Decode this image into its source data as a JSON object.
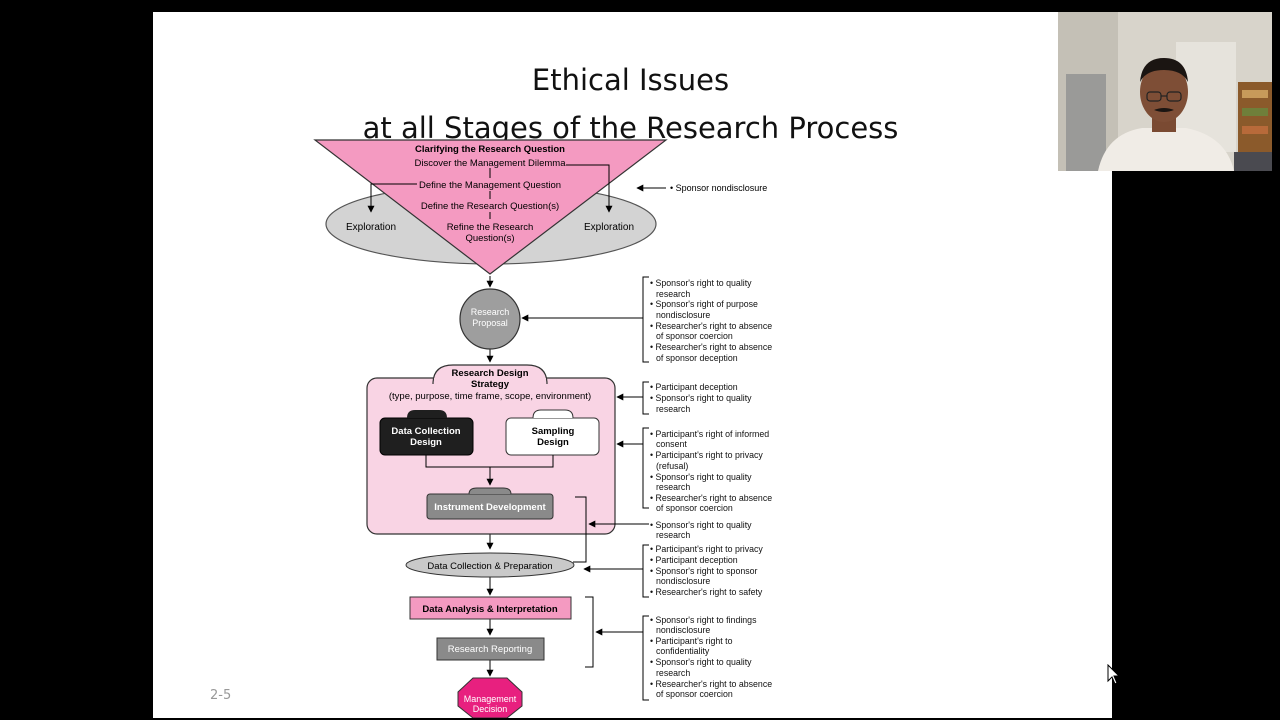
{
  "slide": {
    "title_line1": "Ethical Issues",
    "title_line2": "at all Stages of the Research Process",
    "page_number": "2-5"
  },
  "diagram": {
    "triangle": {
      "header": "Clarifying the Research Question",
      "step1": "Discover the Management Dilemma",
      "step2": "Define the Management Question",
      "step3": "Define the Research Question(s)",
      "step4_line1": "Refine the Research",
      "step4_line2": "Question(s)",
      "exploration_left": "Exploration",
      "exploration_right": "Exploration"
    },
    "proposal_line1": "Research",
    "proposal_line2": "Proposal",
    "strategy_title1": "Research Design",
    "strategy_title2": "Strategy",
    "strategy_sub": "(type, purpose, time frame, scope, environment)",
    "data_collection_design1": "Data Collection",
    "data_collection_design2": "Design",
    "sampling_design1": "Sampling",
    "sampling_design2": "Design",
    "instrument_development": "Instrument Development",
    "data_collection_prep": "Data Collection & Preparation",
    "data_analysis": "Data Analysis & Interpretation",
    "research_reporting": "Research Reporting",
    "management_decision1": "Management",
    "management_decision2": "Decision",
    "issues": {
      "sponsor_nondisclosure": "• Sponsor nondisclosure",
      "g1": [
        "• Sponsor's right to quality",
        "research",
        "• Sponsor's right of purpose",
        "nondisclosure",
        "• Researcher's right to absence",
        "of sponsor coercion",
        "• Researcher's right to absence",
        "of sponsor deception"
      ],
      "g2": [
        "• Participant deception",
        "• Sponsor's right to quality",
        "research"
      ],
      "g3": [
        "• Participant's right of informed",
        "consent",
        "• Participant's right to privacy",
        "(refusal)",
        "• Sponsor's right to quality",
        "research",
        "• Researcher's right to absence",
        "of sponsor coercion"
      ],
      "g4": [
        "• Sponsor's right to quality",
        "research"
      ],
      "g5": [
        "• Participant's right to privacy",
        "• Participant deception",
        "• Sponsor's right to sponsor",
        "nondisclosure",
        "• Researcher's right to safety"
      ],
      "g6": [
        "• Sponsor's right to findings",
        "nondisclosure",
        "• Participant's right to",
        "confidentiality",
        "• Sponsor's right to quality",
        "research",
        "• Researcher's right to absence",
        "of sponsor coercion"
      ]
    }
  },
  "colors": {
    "pink": "#f49ac1",
    "light_pink": "#f9d4e4",
    "magenta": "#e8207f",
    "gray": "#9e9e9e",
    "light_gray": "#d6d6d6"
  }
}
